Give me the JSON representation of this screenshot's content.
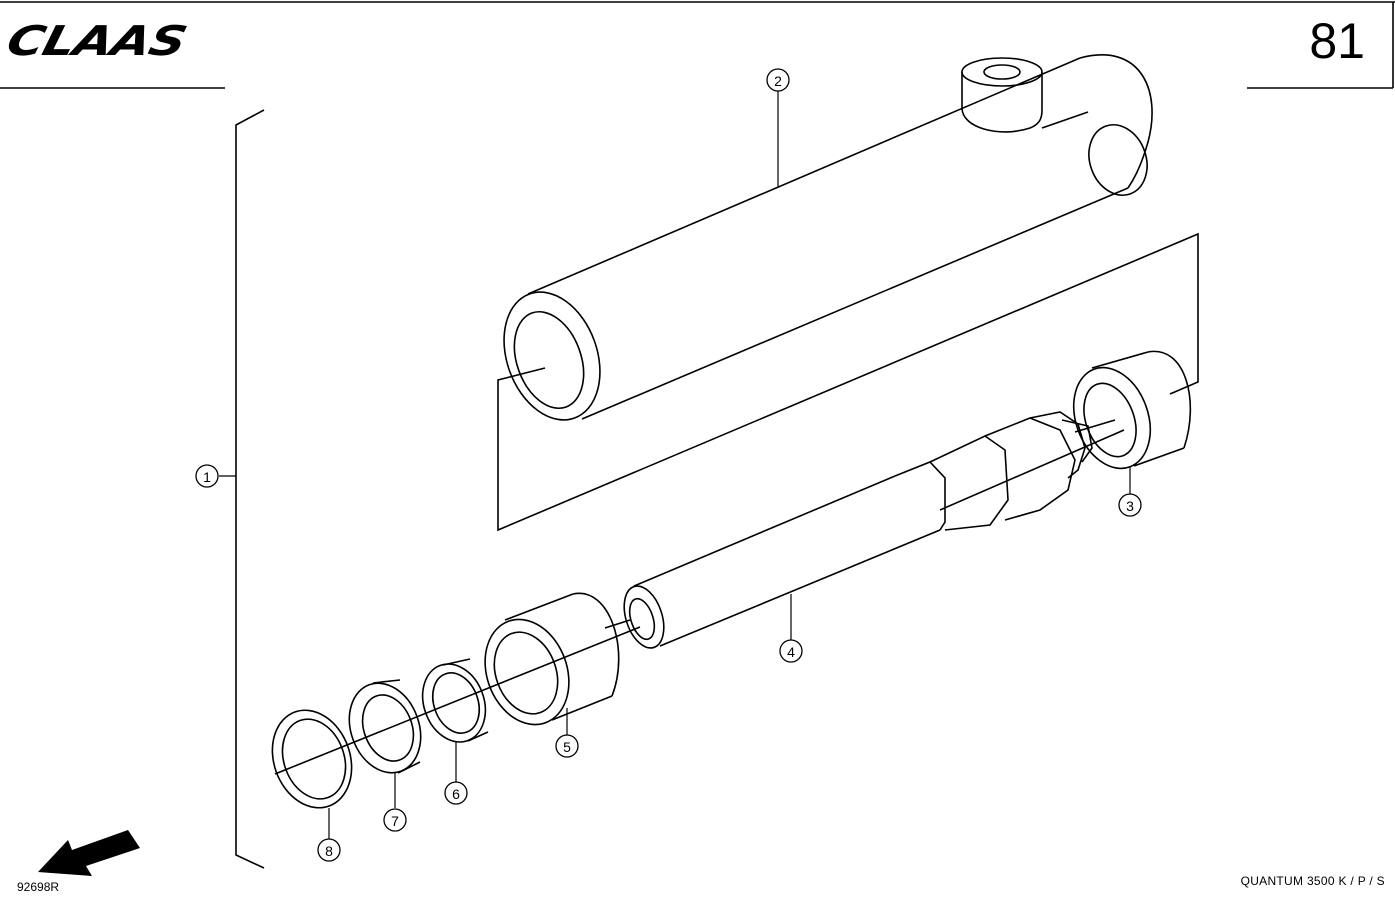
{
  "header": {
    "logo_text": "CLAAS",
    "page_number": "81"
  },
  "footer": {
    "drawing_id": "92698R",
    "model": "QUANTUM  3500 K / P / S"
  },
  "callouts": [
    "1",
    "2",
    "3",
    "4",
    "5",
    "6",
    "7",
    "8"
  ]
}
